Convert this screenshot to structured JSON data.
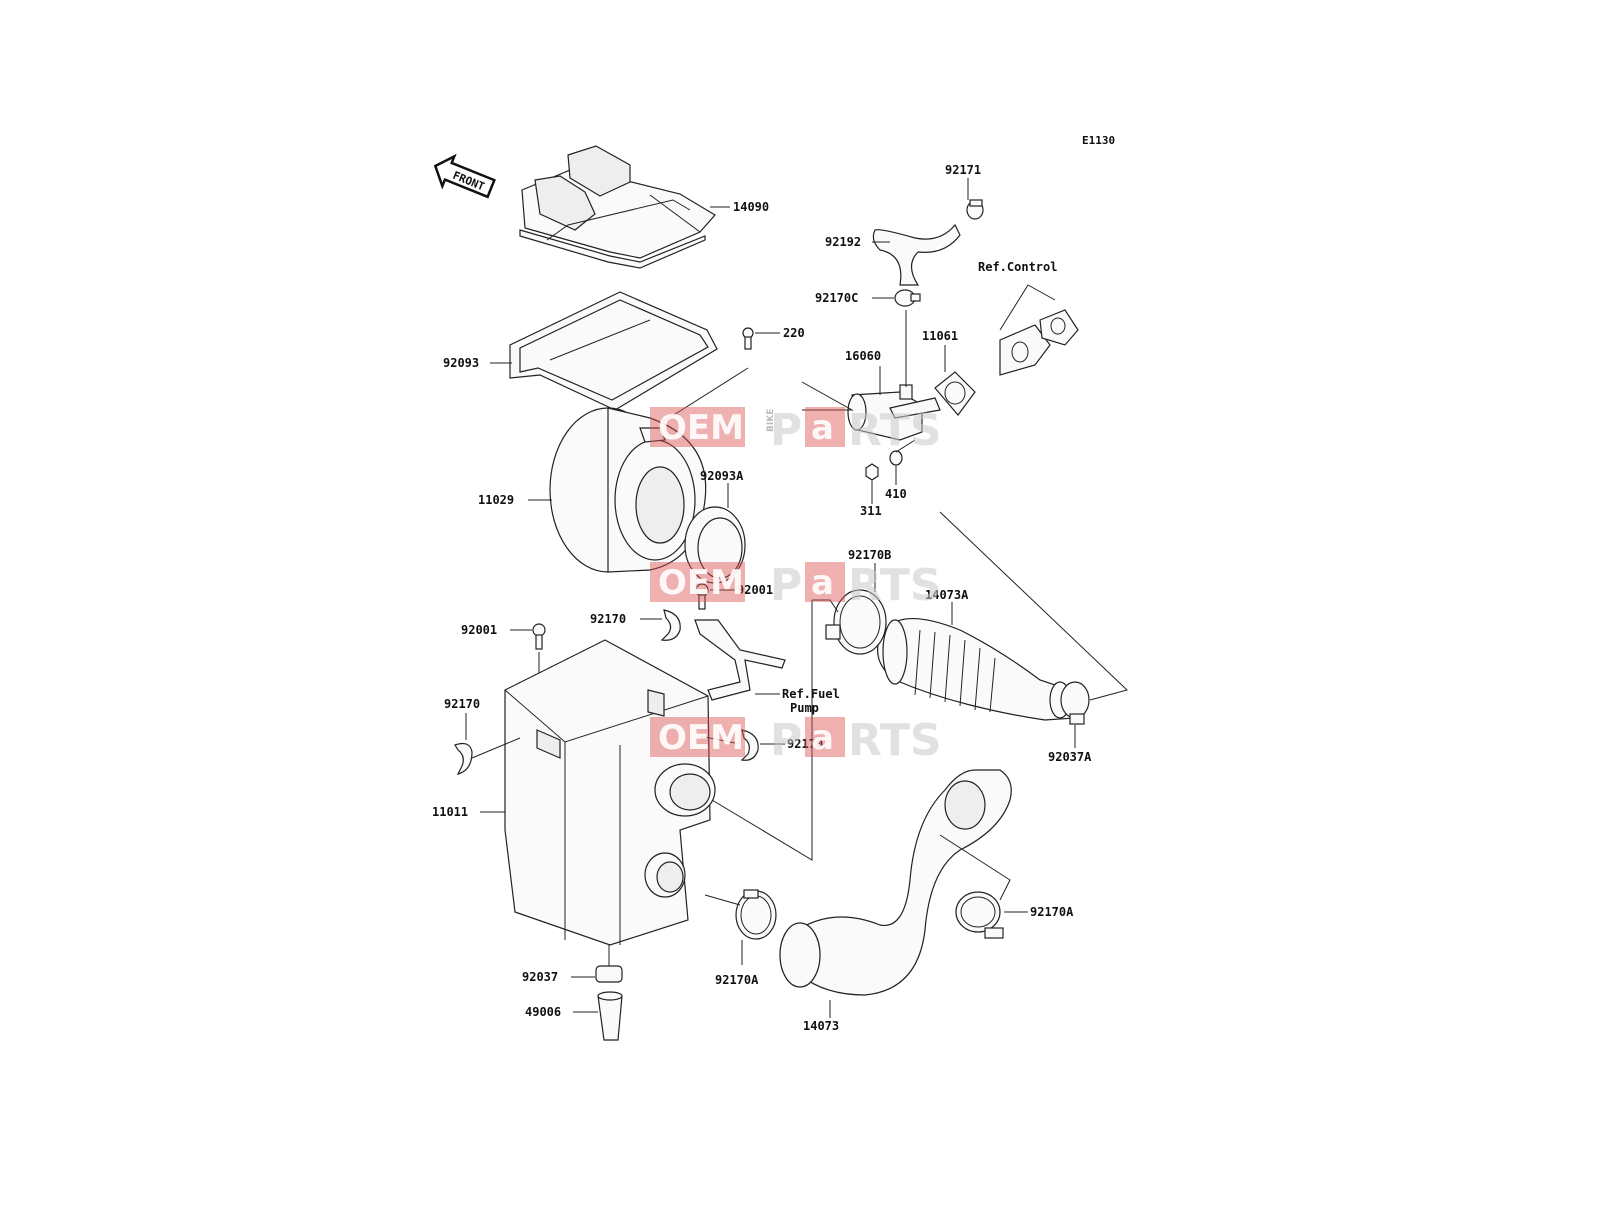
{
  "diagram_code": "E1130",
  "front_arrow": "FRONT",
  "labels": {
    "p14090": "14090",
    "p92093": "92093",
    "p220": "220",
    "p11029": "11029",
    "p92093A": "92093A",
    "p92001_top": "92001",
    "p92170_top": "92170",
    "p92001_left": "92001",
    "p92170_left": "92170",
    "ref_fuel": "Ref.Fuel",
    "ref_fuel_2": "Pump",
    "p92170_right": "92170",
    "p11011": "11011",
    "p92037": "92037",
    "p49006": "49006",
    "p92170A_bottom": "92170A",
    "p14073": "14073",
    "p92170A_right": "92170A",
    "p92037A": "92037A",
    "p14073A": "14073A",
    "p92170B": "92170B",
    "p311": "311",
    "p410": "410",
    "p16060": "16060",
    "p11061": "11061",
    "ref_control": "Ref.Control",
    "p92170C": "92170C",
    "p92192": "92192",
    "p92171": "92171"
  },
  "watermark": {
    "oem": "OEM",
    "bike": "BIKE",
    "parts_a": "P",
    "parts_b": "a",
    "parts_c": "RTS"
  }
}
